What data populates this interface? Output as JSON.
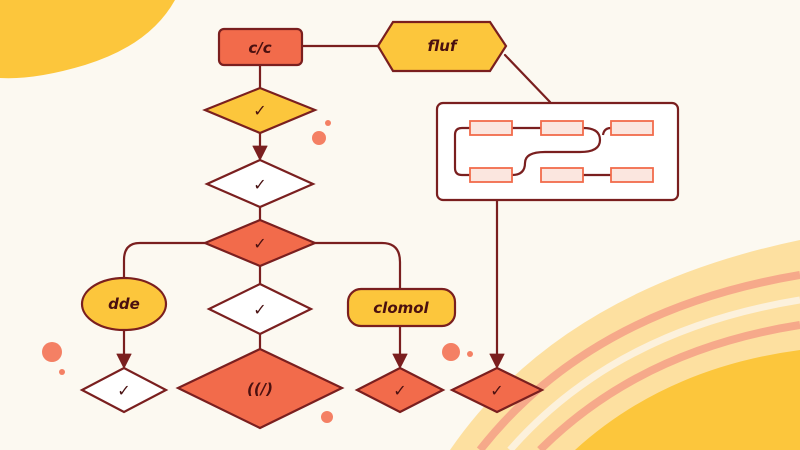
{
  "nodes": {
    "cc": "c/c",
    "fluf": "fluf",
    "dde": "dde",
    "clomol": "clomol",
    "paren": "((/)",
    "check": "✓"
  },
  "colors": {
    "background": "#fcf9f1",
    "stroke": "#7a1f1f",
    "orange": "#f26b4b",
    "yellow": "#fcc63c",
    "white": "#ffffff",
    "peach": "#f6a98a",
    "pale_yellow": "#fde0a0"
  }
}
